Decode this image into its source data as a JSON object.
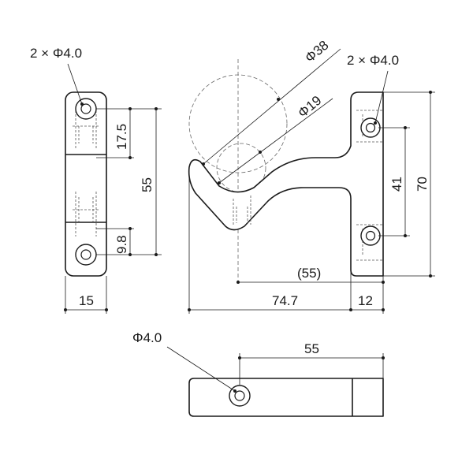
{
  "front_view": {
    "hole_callout": "2 × Φ4.0",
    "dim_17_5": "17.5",
    "dim_55": "55",
    "dim_9_8": "9.8",
    "dim_15": "15"
  },
  "side_view": {
    "dia_38": "Φ38",
    "dia_19": "Φ19",
    "hole_callout": "2 × Φ4.0",
    "dim_41": "41",
    "dim_70": "70",
    "dim_55_ref": "(55)",
    "dim_74_7": "74.7",
    "dim_12": "12"
  },
  "top_view": {
    "hole_callout": "Φ4.0",
    "dim_55": "55"
  }
}
